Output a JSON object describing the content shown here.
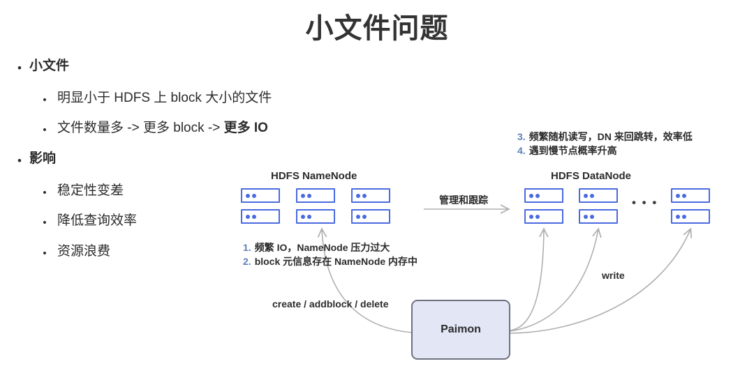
{
  "slide": {
    "title": "小文件问题"
  },
  "bullets": [
    {
      "level": 1,
      "marker": "•",
      "text": "小文件",
      "bold": true
    },
    {
      "level": 2,
      "marker": "•",
      "text": "明显小于 HDFS 上 block 大小的文件",
      "bold": false
    },
    {
      "level": 2,
      "marker": "•",
      "text_plain": "文件数量多 -> 更多 block -> ",
      "text_bold": "更多 IO",
      "bold": false
    },
    {
      "level": 1,
      "marker": "•",
      "text": "影响",
      "bold": true
    },
    {
      "level": 2,
      "marker": "•",
      "text": "稳定性变差",
      "bold": false
    },
    {
      "level": 2,
      "marker": "•",
      "text": "降低查询效率",
      "bold": false
    },
    {
      "level": 2,
      "marker": "•",
      "text": "资源浪费",
      "bold": false
    }
  ],
  "diagram": {
    "namenode": {
      "title": "HDFS NameNode",
      "columns": 3,
      "rows": 2
    },
    "datanode": {
      "title": "HDFS DataNode",
      "columns": 3,
      "rows": 2,
      "ellipsis": "• • •"
    },
    "labels": {
      "manage": "管理和跟踪",
      "create": "create / addblock / delete",
      "write": "write"
    },
    "paimon": {
      "label": "Paimon"
    },
    "notes_namenode": [
      {
        "index": "1.",
        "text": "频繁 IO，NameNode 压力过大"
      },
      {
        "index": "2.",
        "text": "block 元信息存在 NameNode 内存中"
      }
    ],
    "notes_datanode": [
      {
        "index": "3.",
        "text": "频繁随机读写，DN 来回跳转，效率低"
      },
      {
        "index": "4.",
        "text": "遇到慢节点概率升高"
      }
    ]
  },
  "colors": {
    "node_border": "#4a6ae0",
    "node_dot": "#4a6ae0",
    "arrow": "#b0b0b0",
    "paimon_fill": "#e2e6f5",
    "paimon_border": "#6f7180",
    "note_index": "#5d80b8",
    "text": "#2b2b2b"
  }
}
